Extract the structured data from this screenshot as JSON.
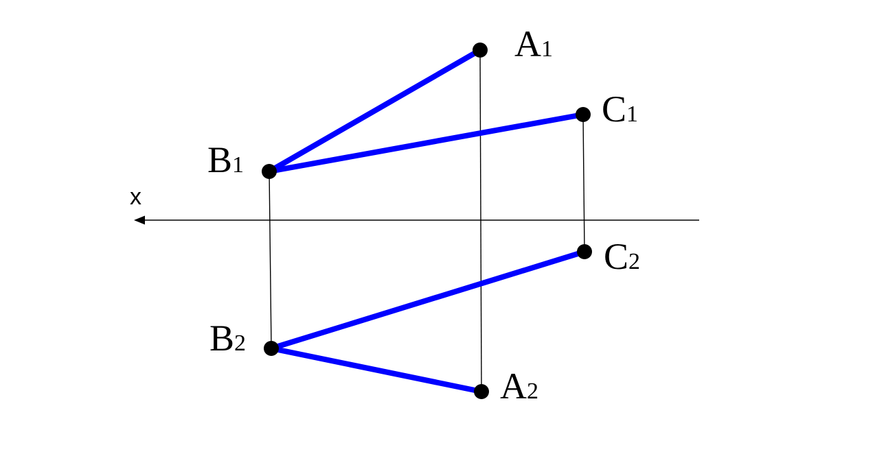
{
  "axis": {
    "label": "x"
  },
  "points": [
    {
      "id": "A1",
      "letter": "A",
      "index": "1"
    },
    {
      "id": "B1",
      "letter": "B",
      "index": "1"
    },
    {
      "id": "C1",
      "letter": "C",
      "index": "1"
    },
    {
      "id": "A2",
      "letter": "A",
      "index": "2"
    },
    {
      "id": "B2",
      "letter": "B",
      "index": "2"
    },
    {
      "id": "C2",
      "letter": "C",
      "index": "2"
    }
  ],
  "segments": [
    {
      "from": "B1",
      "to": "A1"
    },
    {
      "from": "B1",
      "to": "C1"
    },
    {
      "from": "B2",
      "to": "C2"
    },
    {
      "from": "B2",
      "to": "A2"
    }
  ],
  "projection_lines": [
    {
      "from": "B1",
      "to": "B2"
    },
    {
      "from": "A1",
      "to": "A2"
    },
    {
      "from": "C1",
      "to": "C2"
    }
  ],
  "colors": {
    "segment": "#0000ff",
    "point": "#000000",
    "thin_line": "#000000",
    "background": "#ffffff"
  }
}
